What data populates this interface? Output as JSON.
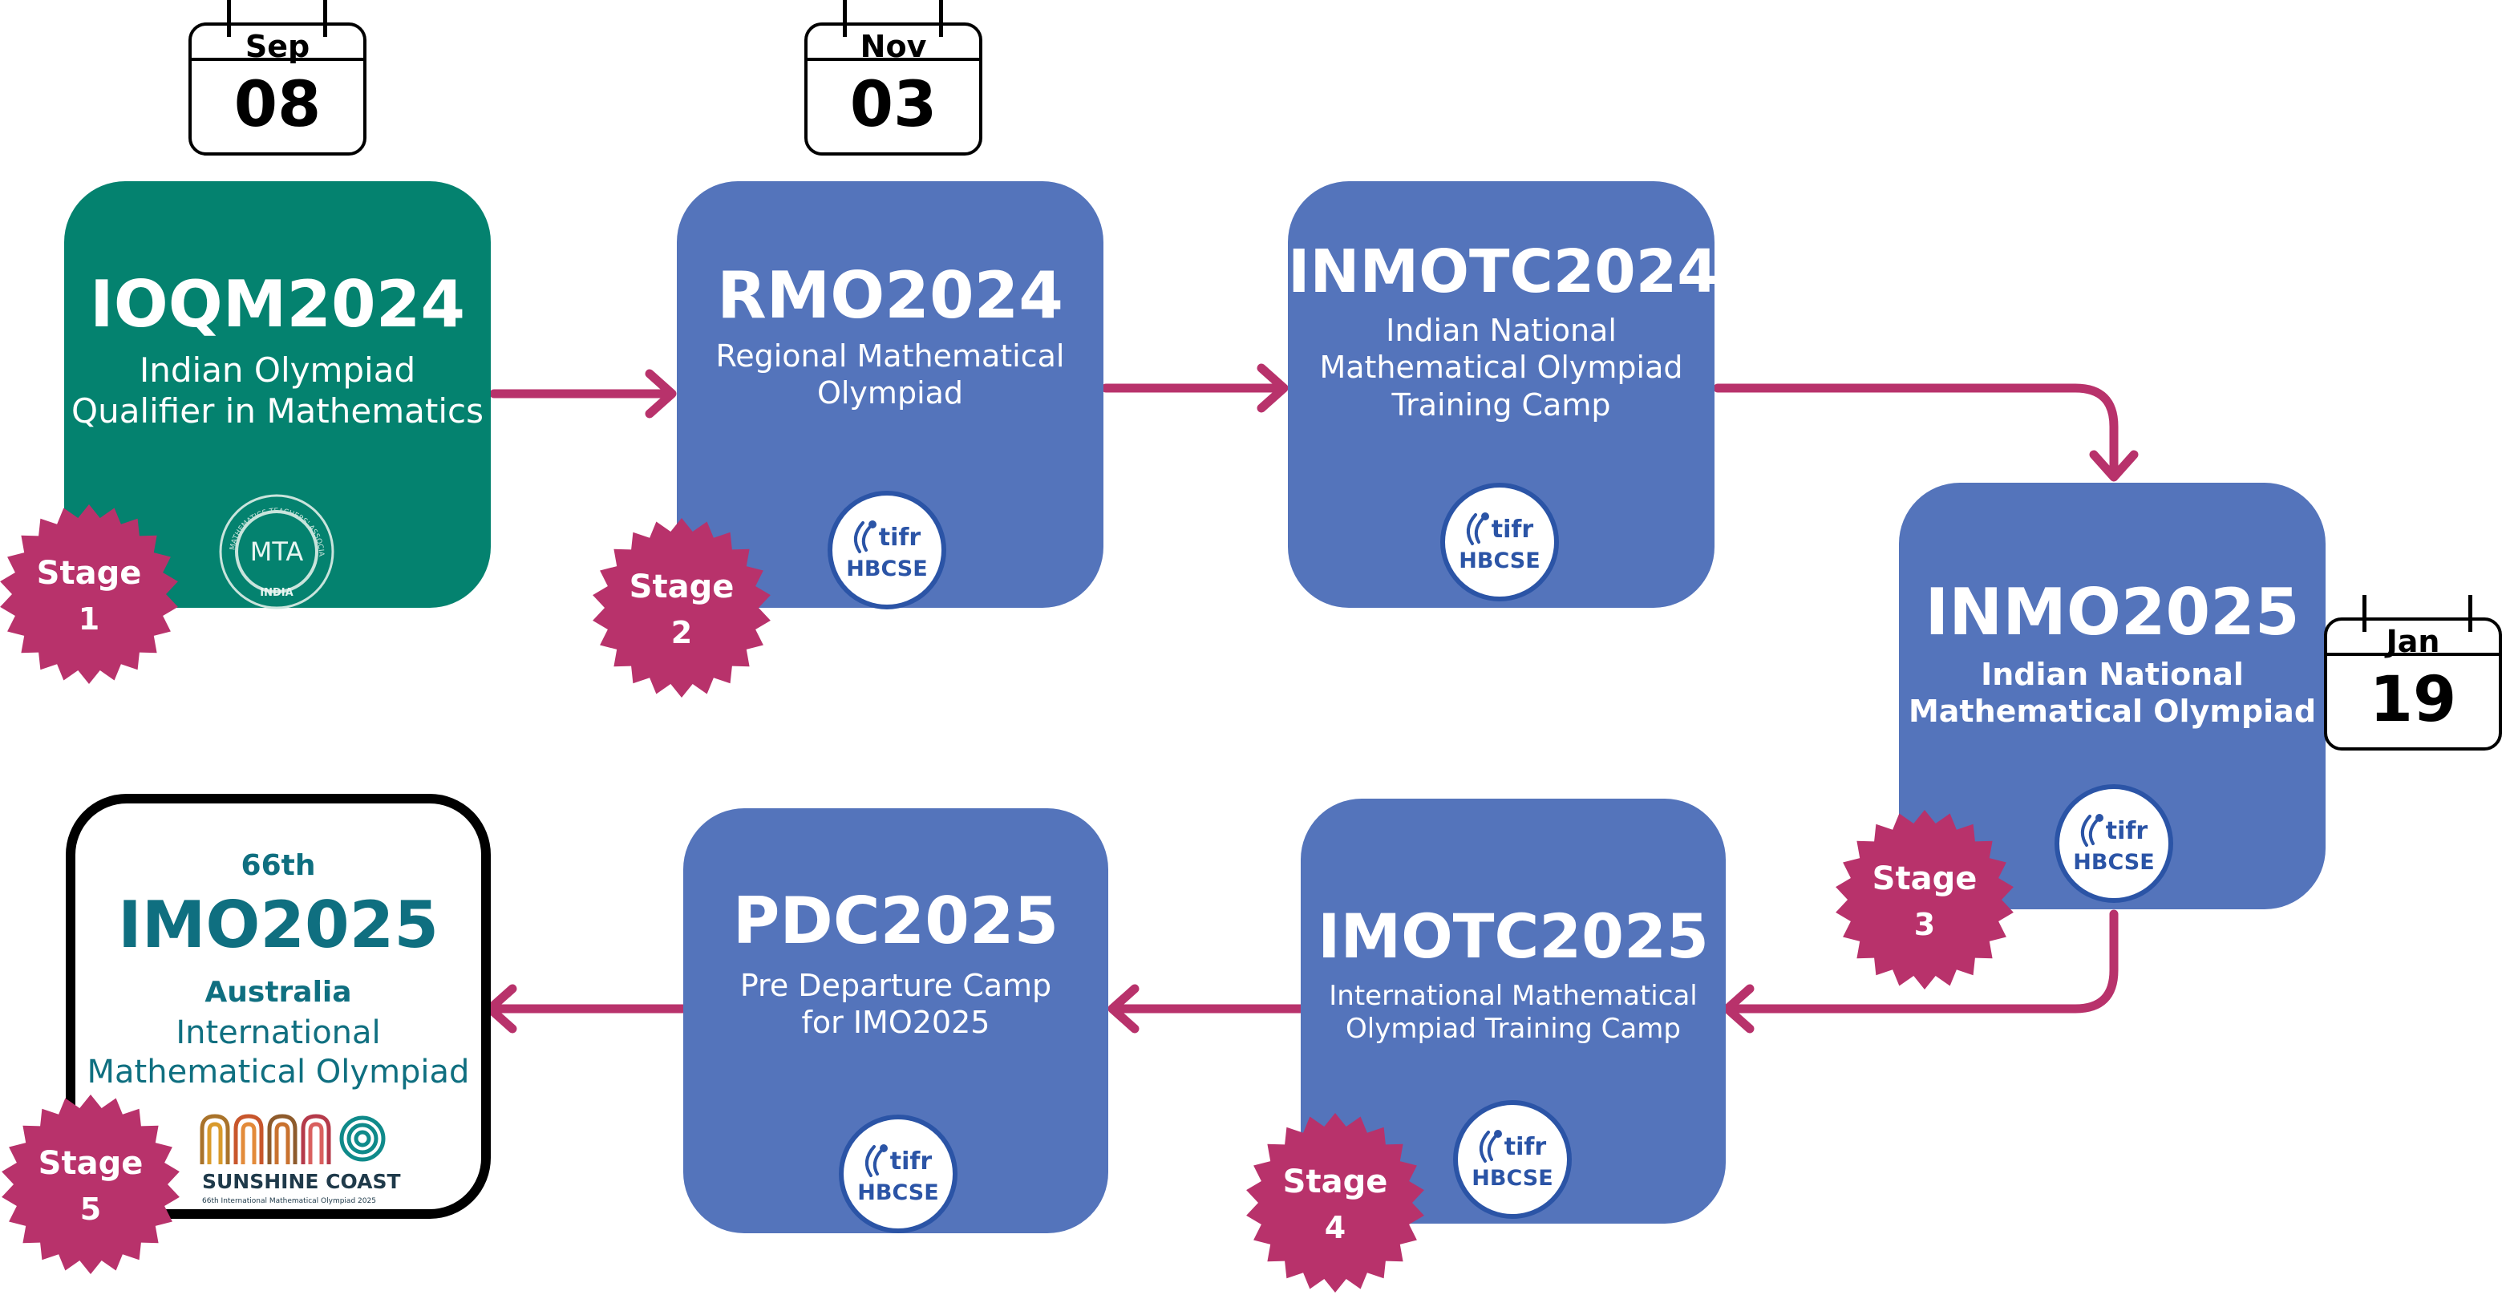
{
  "calendars": [
    {
      "month": "Sep",
      "day": "08"
    },
    {
      "month": "Nov",
      "day": "03"
    },
    {
      "month": "Jan",
      "day": "19"
    }
  ],
  "cards": {
    "ioqm": {
      "title": "IOQM2024",
      "line1": "Indian Olympiad",
      "line2": "Qualifier in Mathematics",
      "logo": "MTA",
      "logo_ring": "MATHEMATICS TEACHERS' ASSOCIATION",
      "logo_bottom": "INDIA"
    },
    "rmo": {
      "title": "RMO2024",
      "line1": "Regional Mathematical",
      "line2": "Olympiad"
    },
    "inmotc": {
      "title": "INMOTC2024",
      "line1": "Indian National",
      "line2": "Mathematical Olympiad",
      "line3": "Training Camp"
    },
    "inmo": {
      "title": "INMO2025",
      "line1": "Indian National",
      "line2": "Mathematical Olympiad"
    },
    "imotc": {
      "title": "IMOTC2025",
      "line1": "International Mathematical",
      "line2": "Olympiad Training Camp"
    },
    "pdc": {
      "title": "PDC2025",
      "line1": "Pre Departure Camp",
      "line2": "for IMO2025"
    },
    "imo": {
      "edition": "66th",
      "title": "IMO2025",
      "country": "Australia",
      "line1": "International",
      "line2": "Mathematical Olympiad",
      "logo_name": "SUNSHINE COAST",
      "logo_sub": "66th International Mathematical Olympiad 2025"
    }
  },
  "tifr_logo": {
    "top": "tifr",
    "bottom": "HBCSE"
  },
  "stages": [
    {
      "word": "Stage",
      "num": "1"
    },
    {
      "word": "Stage",
      "num": "2"
    },
    {
      "word": "Stage",
      "num": "3"
    },
    {
      "word": "Stage",
      "num": "4"
    },
    {
      "word": "Stage",
      "num": "5"
    }
  ],
  "colors": {
    "green": "#04826f",
    "blue": "#5474bb",
    "stage": "#b8326b",
    "arrow": "#b8326b",
    "teal_text": "#0f6f80",
    "logo_blue": "#2b54a6"
  },
  "icons": {
    "calendar": "calendar-icon",
    "badge": "starburst-badge",
    "logo": "tifr-hbcse-logo"
  }
}
